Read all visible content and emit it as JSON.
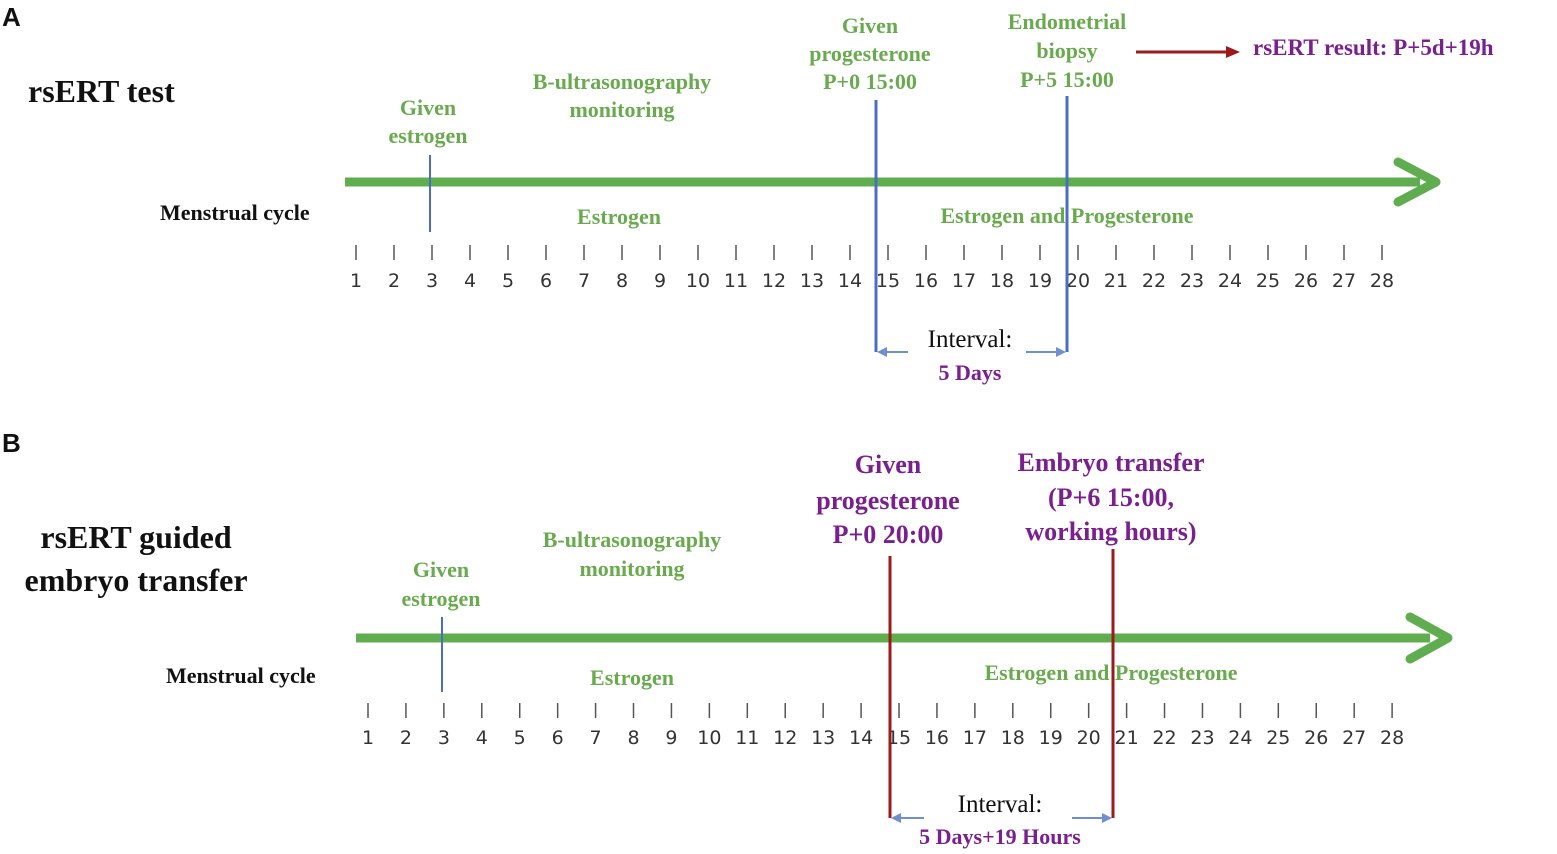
{
  "colors": {
    "timeline_arrow": "#5fad4e",
    "green_text": "#6aaa4f",
    "purple_text": "#7a1f8e",
    "marker_blue": "#4a6fc0",
    "marker_red": "#9b1b1b",
    "interval_arrow": "#6f8fd0"
  },
  "days": [
    "1",
    "2",
    "3",
    "4",
    "5",
    "6",
    "7",
    "8",
    "9",
    "10",
    "11",
    "12",
    "13",
    "14",
    "15",
    "16",
    "17",
    "18",
    "19",
    "20",
    "21",
    "22",
    "23",
    "24",
    "25",
    "26",
    "27",
    "28"
  ],
  "panel_a": {
    "letter": "A",
    "title": "rsERT test",
    "cycle_label": "Menstrual cycle",
    "estrogen_event": [
      "Given",
      "estrogen"
    ],
    "ultrasound": [
      "B-ultrasonography",
      "monitoring"
    ],
    "progesterone_event": [
      "Given",
      "progesterone",
      "P+0 15:00"
    ],
    "biopsy_event": [
      "Endometrial",
      "biopsy",
      "P+5 15:00"
    ],
    "result": "rsERT result: P+5d+19h",
    "phase_estrogen": "Estrogen",
    "phase_both": "Estrogen and Progesterone",
    "interval_label": "Interval:",
    "interval_value": "5 Days"
  },
  "panel_b": {
    "letter": "B",
    "title": [
      "rsERT guided",
      "embryo transfer"
    ],
    "cycle_label": "Menstrual cycle",
    "estrogen_event": [
      "Given",
      "estrogen"
    ],
    "ultrasound": [
      "B-ultrasonography",
      "monitoring"
    ],
    "progesterone_event": [
      "Given",
      "progesterone",
      "P+0 20:00"
    ],
    "transfer_event": [
      "Embryo transfer",
      "(P+6 15:00,",
      "working hours)"
    ],
    "phase_estrogen": "Estrogen",
    "phase_both": "Estrogen and Progesterone",
    "interval_label": "Interval:",
    "interval_value": "5 Days+19 Hours"
  }
}
